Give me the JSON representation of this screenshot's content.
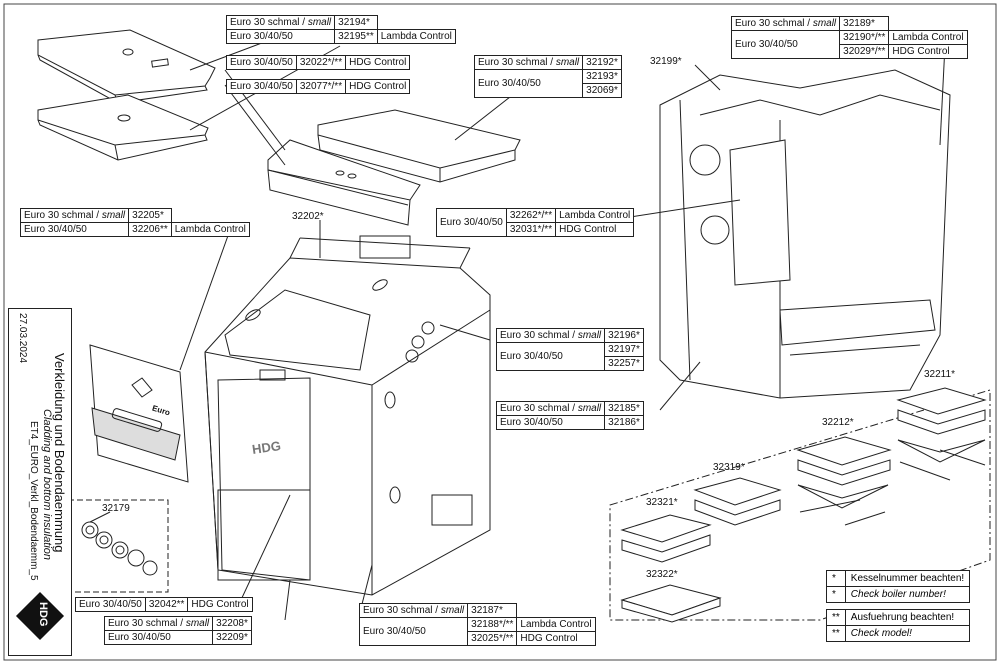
{
  "document": {
    "date": "27.03.2024",
    "title_de": "Verkleidung und Bodendaemmung",
    "title_en": "Cladding and bottom insulation",
    "drawing_id": "ET4_EURO_Verkl_Bodendaemm_5",
    "logo": "HDG"
  },
  "labels": {
    "t32194": {
      "r1a": "Euro 30 schmal / ",
      "r1b": "small",
      "r1c": "32194*",
      "r2a": "Euro 30/40/50",
      "r2c": "32195**",
      "r2d": "Lambda Control"
    },
    "t32022": {
      "a": "Euro 30/40/50",
      "b": "32022*/**",
      "c": "HDG Control"
    },
    "t32077": {
      "a": "Euro 30/40/50",
      "b": "32077*/**",
      "c": "HDG Control"
    },
    "t32192": {
      "r1a": "Euro 30 schmal / ",
      "r1b": "small",
      "r1c": "32192*",
      "r2a": "Euro 30/40/50",
      "r2c": "32193*",
      "r3c": "32069*"
    },
    "t32189": {
      "r1a": "Euro 30 schmal / ",
      "r1b": "small",
      "r1c": "32189*",
      "r2a": "Euro 30/40/50",
      "r2c": "32190*/**",
      "r2d": "Lambda Control",
      "r3c": "32029*/**",
      "r3d": "HDG Control"
    },
    "t32205": {
      "r1a": "Euro 30 schmal / ",
      "r1b": "small",
      "r1c": "32205*",
      "r2a": "Euro 30/40/50",
      "r2c": "32206**",
      "r2d": "Lambda Control"
    },
    "t32262": {
      "a": "Euro 30/40/50",
      "r1c": "32262*/**",
      "r1d": "Lambda Control",
      "r2c": "32031*/**",
      "r2d": "HDG Control"
    },
    "t32196": {
      "r1a": "Euro 30 schmal / ",
      "r1b": "small",
      "r1c": "32196*",
      "r2a": "Euro 30/40/50",
      "r2c": "32197*",
      "r3c": "32257*"
    },
    "t32185": {
      "r1a": "Euro 30 schmal / ",
      "r1b": "small",
      "r1c": "32185*",
      "r2a": "Euro 30/40/50",
      "r2c": "32186*"
    },
    "t32042": {
      "a": "Euro 30/40/50",
      "b": "32042**",
      "c": "HDG Control"
    },
    "t32208": {
      "r1a": "Euro 30 schmal / ",
      "r1b": "small",
      "r1c": "32208*",
      "r2a": "Euro 30/40/50",
      "r2c": "32209*"
    },
    "t32187": {
      "r1a": "Euro 30 schmal / ",
      "r1b": "small",
      "r1c": "32187*",
      "r2a": "Euro 30/40/50",
      "r2c": "32188*/**",
      "r2d": "Lambda Control",
      "r3c": "32025*/**",
      "r3d": "HDG Control"
    }
  },
  "callouts": {
    "c32199": "32199*",
    "c32202": "32202*",
    "c32179": "32179",
    "c32211": "32211*",
    "c32212": "32212*",
    "c32319": "32319*",
    "c32321": "32321*",
    "c32322": "32322*"
  },
  "panel_marks": {
    "front_logo": "HDG",
    "side_logo": "Euro"
  },
  "legend": {
    "r1a": "*",
    "r1b": "Kesselnummer beachten!",
    "r2a": "*",
    "r2b": "Check boiler number!",
    "r3a": "**",
    "r3b": "Ausfuehrung beachten!",
    "r4a": "**",
    "r4b": "Check model!"
  }
}
